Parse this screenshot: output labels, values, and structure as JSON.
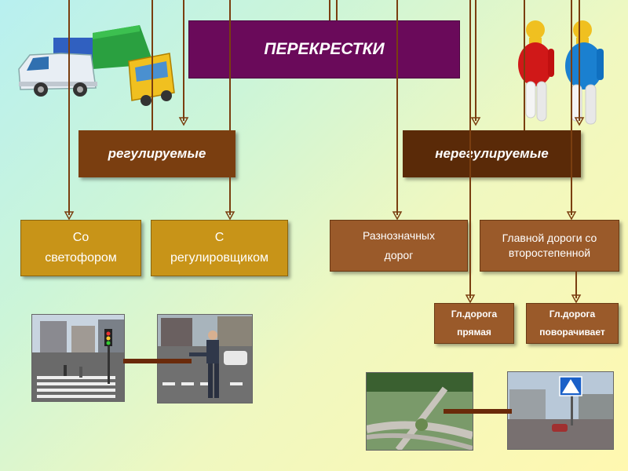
{
  "diagram": {
    "title": "ПЕРЕКРЕСТКИ",
    "categories": {
      "regulated": "регулируемые",
      "unregulated": "нерегулируемые"
    },
    "types": {
      "traffic_light_line1": "Со",
      "traffic_light_line2": "светофором",
      "controller_line1": "С",
      "controller_line2": "регулировщиком",
      "unequal_line1": "Разнозначных",
      "unequal_line2": "дорог",
      "main_road_line1": "Главной дороги со",
      "main_road_line2": "второстепенной"
    },
    "subtypes": {
      "straight_line1": "Гл.дорога",
      "straight_line2": "прямая",
      "turning_line1": "Гл.дорога",
      "turning_line2": "поворачивает"
    }
  },
  "colors": {
    "title_bg": "#6a0a5a",
    "connector": "#7a3e10",
    "gold_box": "#c89418",
    "brown_box": "#9a5a2a"
  },
  "icons": [
    "truck-clipart-icon",
    "people-clipart-icon"
  ]
}
